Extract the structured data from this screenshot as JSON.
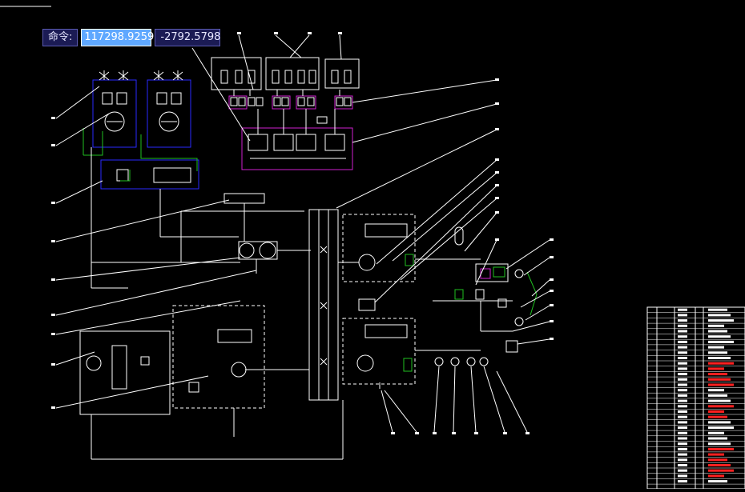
{
  "command_bar": {
    "label": "命令:",
    "x_value": "117298.9259",
    "y_value": "-2792.5798"
  },
  "colors": {
    "background": "#000000",
    "line": "#ffffff",
    "blue": "#2a2aff",
    "magenta": "#d020d0",
    "green": "#20c020",
    "red": "#ff2020"
  }
}
